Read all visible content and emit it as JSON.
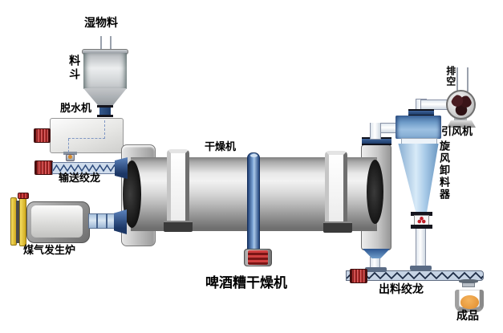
{
  "diagram": {
    "title": "啤酒糟干燥机",
    "components": {
      "wet_material": {
        "label": "湿物料"
      },
      "hopper": {
        "label": "料斗"
      },
      "dewatering_machine": {
        "label": "脱水机"
      },
      "feed_screw_conveyor": {
        "label": "输送绞龙"
      },
      "gas_generator_furnace": {
        "label": "煤气发生炉"
      },
      "rotary_dryer": {
        "label": "干燥机"
      },
      "exhaust_vent": {
        "label": "排空"
      },
      "induced_draft_fan": {
        "label": "引风机"
      },
      "cyclone_discharger": {
        "label": "旋风卸料器"
      },
      "discharge_screw_conveyor": {
        "label": "出料绞龙"
      },
      "finished_product": {
        "label": "成品"
      }
    },
    "colors": {
      "pipe_blue": "#b9cfe8",
      "flange_navy": "#1d3b68",
      "cyclone_blue": "#9cc0e2",
      "motor_red": "#b03030",
      "furnace_yellow": "#eccf44",
      "product_orange": "#e89a35",
      "metal_gray": "#c8c8c8",
      "drum_dark_cap": "#1a1a1a"
    }
  }
}
